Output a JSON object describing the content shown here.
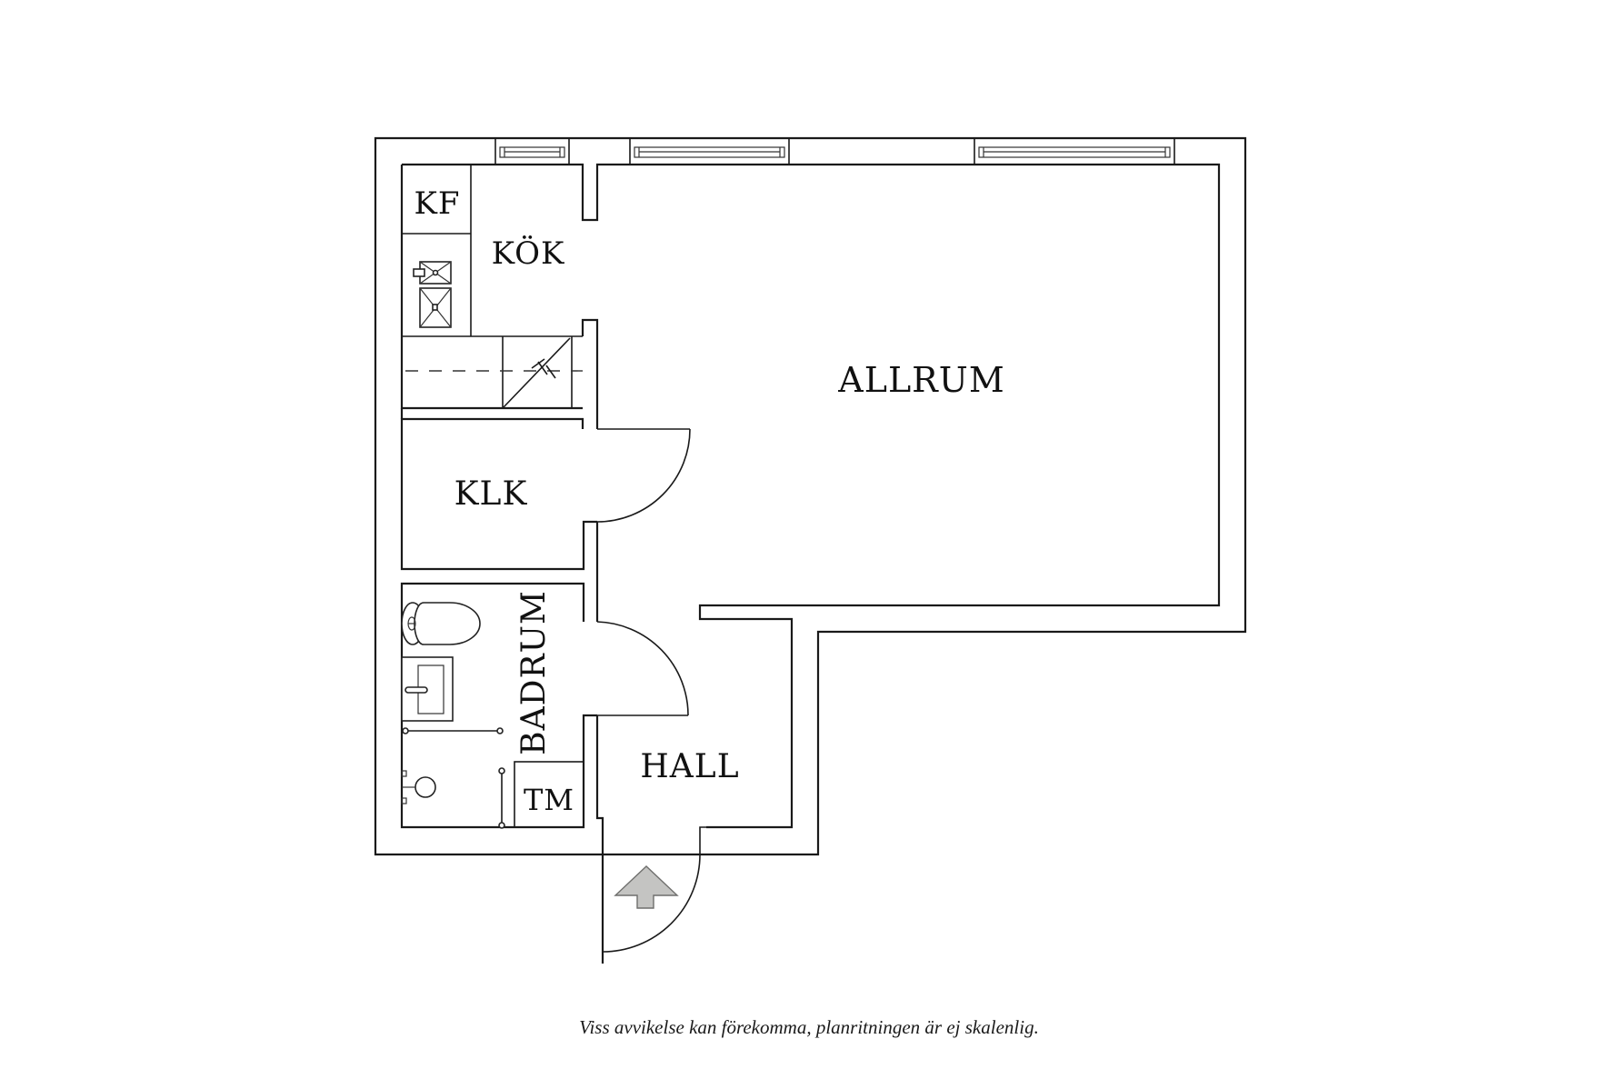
{
  "floorplan": {
    "rooms": {
      "kf": "KF",
      "kok": "KÖK",
      "allrum": "ALLRUM",
      "klk": "KLK",
      "badrum": "BADRUM",
      "tm": "TM",
      "hall": "HALL"
    },
    "icons": {
      "entrance_arrow": "entrance-arrow-icon",
      "toilet": "toilet-icon",
      "bathroom_sink": "washbasin-icon",
      "shower": "shower-icon",
      "kitchen_sink": "kitchen-sink-icon",
      "stove": "stove-icon"
    },
    "colors": {
      "lines": "#1a1a1a",
      "entrance_arrow_fill": "#c4c4c2",
      "background": "#ffffff"
    }
  },
  "footer": {
    "disclaimer": "Viss avvikelse kan förekomma, planritningen är ej skalenlig."
  }
}
